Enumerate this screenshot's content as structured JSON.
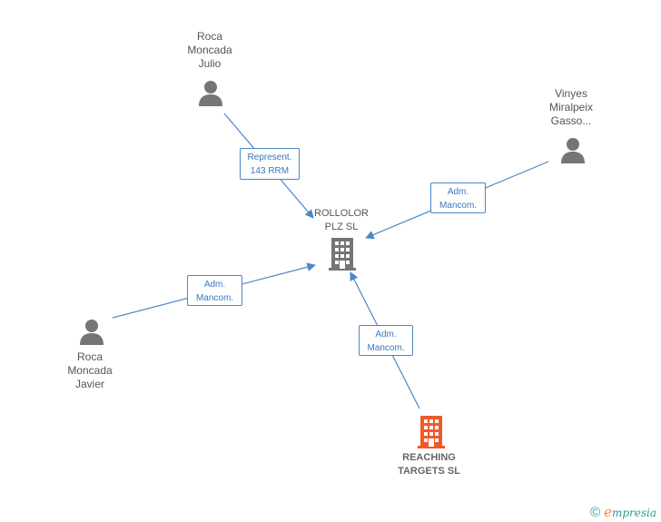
{
  "nodes": {
    "julio": {
      "lines": [
        "Roca",
        "Moncada",
        "Julio"
      ],
      "type": "person"
    },
    "vinyes": {
      "lines": [
        "Vinyes",
        "Miralpeix",
        "Gasso..."
      ],
      "type": "person"
    },
    "rollolor": {
      "lines": [
        "ROLLOLOR",
        "PLZ SL"
      ],
      "type": "company"
    },
    "javier": {
      "lines": [
        "Roca",
        "Moncada",
        "Javier"
      ],
      "type": "person"
    },
    "reaching": {
      "lines": [
        "REACHING",
        "TARGETS SL"
      ],
      "type": "company-highlight"
    }
  },
  "edges": [
    {
      "from": "julio",
      "to": "rollolor",
      "lines": [
        "Represent.",
        "143 RRM"
      ]
    },
    {
      "from": "vinyes",
      "to": "rollolor",
      "lines": [
        "Adm.",
        "Mancom."
      ]
    },
    {
      "from": "javier",
      "to": "rollolor",
      "lines": [
        "Adm.",
        "Mancom."
      ]
    },
    {
      "from": "reaching",
      "to": "rollolor",
      "lines": [
        "Adm.",
        "Mancom."
      ]
    }
  ],
  "colors": {
    "edge": "#4a86c8",
    "person_icon": "#757575",
    "company_icon": "#757575",
    "highlight_icon": "#f05a28"
  },
  "brand": {
    "copyright": "©",
    "e": "e",
    "name": "mpresia"
  }
}
